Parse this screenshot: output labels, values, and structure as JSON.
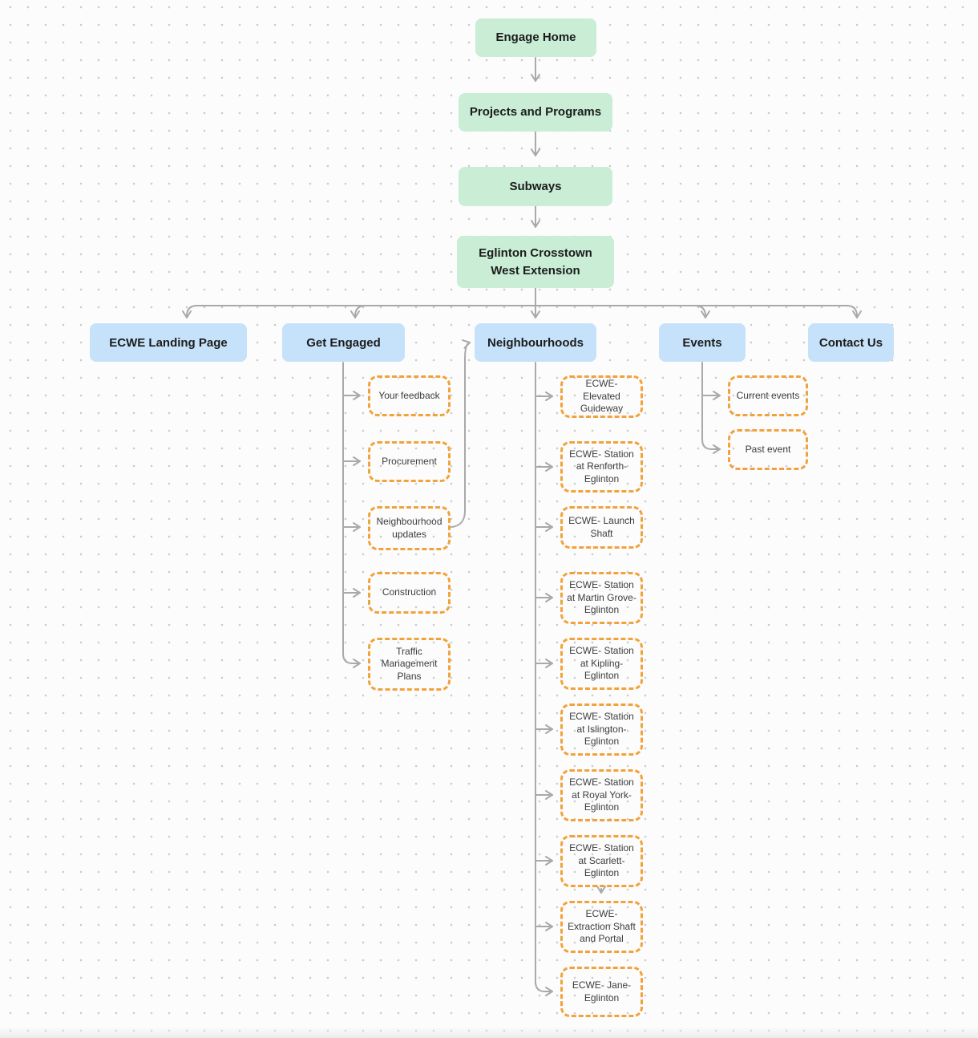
{
  "diagram": {
    "title": "ECWE site map flowchart",
    "root_chain": [
      {
        "id": "engage-home",
        "label": "Engage Home"
      },
      {
        "id": "projects-and-programs",
        "label": "Projects and Programs"
      },
      {
        "id": "subways",
        "label": "Subways"
      },
      {
        "id": "eglinton-crosstown-west-extension",
        "label": "Eglinton Crosstown West Extension"
      }
    ],
    "sections": [
      {
        "id": "ecwe-landing-page",
        "label": "ECWE Landing Page",
        "children": []
      },
      {
        "id": "get-engaged",
        "label": "Get Engaged",
        "children": [
          {
            "label": "Your feedback"
          },
          {
            "label": "Procurement"
          },
          {
            "label": "Neighbourhood updates"
          },
          {
            "label": "Construction"
          },
          {
            "label": "Traffic Management Plans"
          }
        ]
      },
      {
        "id": "neighbourhoods",
        "label": "Neighbourhoods",
        "children": [
          {
            "label": "ECWE- Elevated Guideway"
          },
          {
            "label": "ECWE- Station at Renforth-Eglinton"
          },
          {
            "label": "ECWE- Launch Shaft"
          },
          {
            "label": "ECWE- Station at Martin Grove-Eglinton"
          },
          {
            "label": "ECWE- Station at Kipling-Eglinton"
          },
          {
            "label": "ECWE- Station at Islington-Eglinton"
          },
          {
            "label": "ECWE- Station at Royal York-Eglinton"
          },
          {
            "label": "ECWE- Station at Scarlett-Eglinton"
          },
          {
            "label": "ECWE- Extraction Shaft and Portal"
          },
          {
            "label": "ECWE- Jane-Eglinton"
          }
        ]
      },
      {
        "id": "events",
        "label": "Events",
        "children": [
          {
            "label": "Current events"
          },
          {
            "label": "Past event"
          }
        ]
      },
      {
        "id": "contact-us",
        "label": "Contact Us",
        "children": []
      }
    ],
    "cross_links": [
      {
        "from": "Neighbourhood updates",
        "to": "Neighbourhoods"
      },
      {
        "from": "ECWE- Station at Scarlett-Eglinton",
        "to": "ECWE- Extraction Shaft and Portal"
      }
    ],
    "colors": {
      "primary_node_fill": "#c9edd5",
      "section_node_fill": "#c6e2fa",
      "leaf_node_border": "#f2a23b",
      "connector": "#a9a9a9",
      "node_text": "#1c1c1c",
      "leaf_text": "#3d3d3d",
      "canvas_dot": "#cbcbcb",
      "canvas_bg": "#fcfcfc"
    }
  }
}
